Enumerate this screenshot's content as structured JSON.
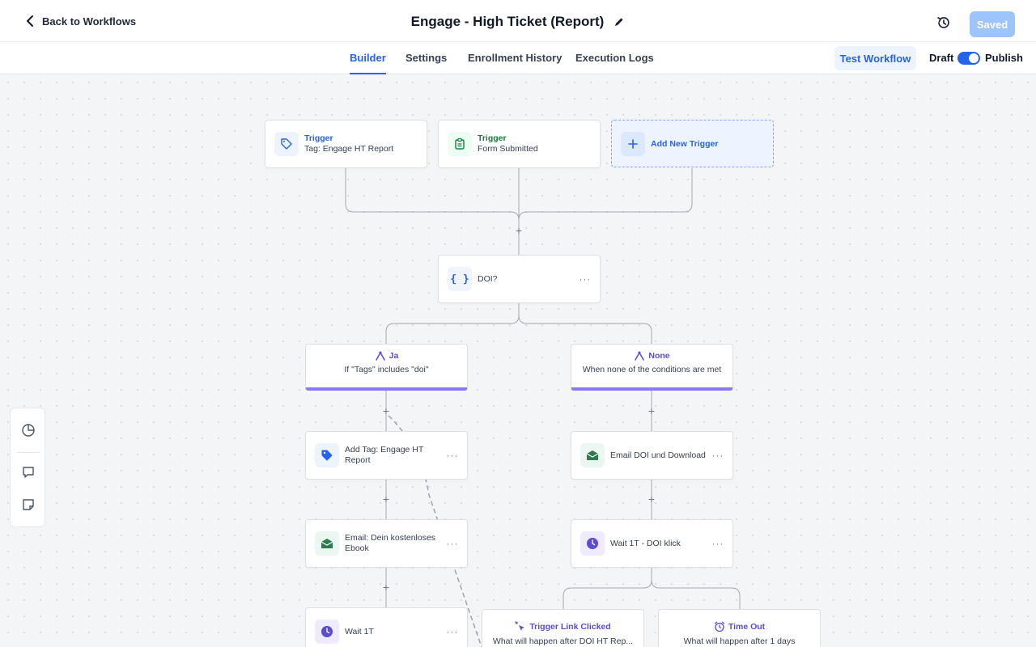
{
  "header": {
    "back_label": "Back to Workflows",
    "title": "Engage - High Ticket (Report)",
    "saved_label": "Saved"
  },
  "tabs": [
    {
      "label": "Builder",
      "active": true
    },
    {
      "label": "Settings",
      "active": false
    },
    {
      "label": "Enrollment History",
      "active": false
    },
    {
      "label": "Execution Logs",
      "active": false
    }
  ],
  "actions": {
    "test_label": "Test Workflow",
    "draft_label": "Draft",
    "publish_label": "Publish",
    "published": true
  },
  "triggers": [
    {
      "label": "Trigger",
      "detail": "Tag: Engage HT Report",
      "icon": "tag-icon"
    },
    {
      "label": "Trigger",
      "detail": "Form Submitted",
      "icon": "clipboard-icon"
    }
  ],
  "add_trigger_label": "Add New Trigger",
  "condition": {
    "label": "DOI?",
    "icon": "braces-icon"
  },
  "branches": {
    "yes": {
      "name": "Ja",
      "rule": "If \"Tags\" includes \"doi\""
    },
    "none": {
      "name": "None",
      "rule": "When none of the conditions are met"
    }
  },
  "left_steps": [
    {
      "line1": "Add Tag: Engage HT",
      "line2": "Report",
      "icon": "tag-icon"
    },
    {
      "line1": "Email: Dein kostenloses",
      "line2": "Ebook",
      "icon": "email-icon"
    },
    {
      "line1": "Wait 1T",
      "line2": "",
      "icon": "clock-icon"
    }
  ],
  "right_steps": [
    {
      "line1": "Email DOI und Download",
      "icon": "email-icon"
    },
    {
      "line1": "Wait 1T - DOI klick",
      "icon": "clock-icon"
    }
  ],
  "events": {
    "link_clicked": {
      "name": "Trigger Link Clicked",
      "detail": "What will happen after DOI HT Rep..."
    },
    "time_out": {
      "name": "Time Out",
      "detail": "What will happen after 1 days"
    }
  },
  "more_label": "···",
  "plus_label": "+",
  "colors": {
    "accent": "#2563eb",
    "branch": "#8b79f0",
    "saved_button": "#9ec5fb"
  }
}
